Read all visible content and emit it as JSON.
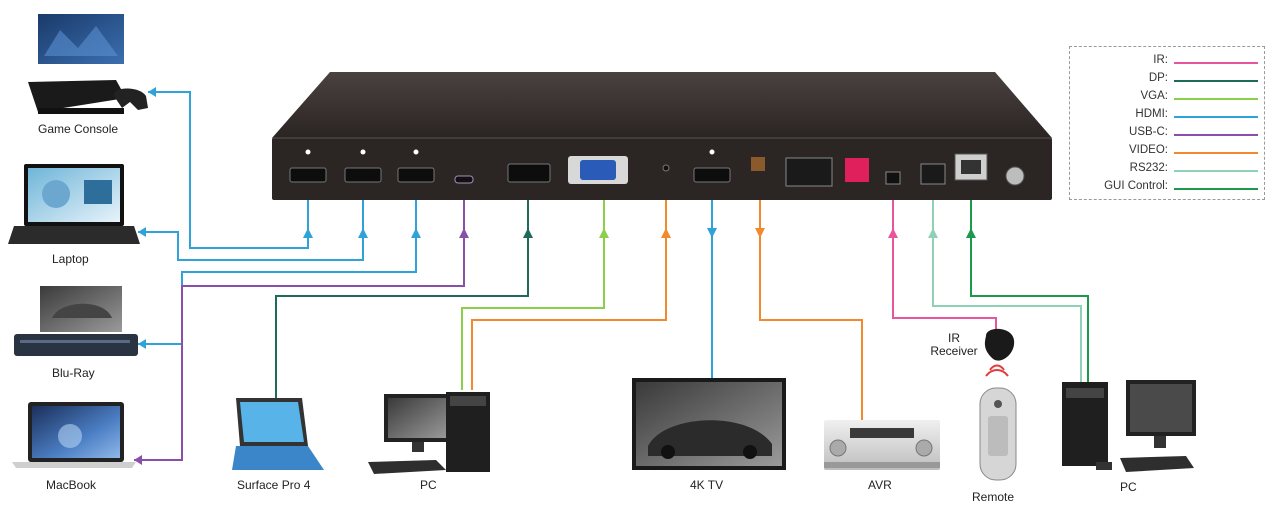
{
  "devices": {
    "game_console": "Game Console",
    "laptop": "Laptop",
    "blu_ray": "Blu-Ray",
    "macbook": "MacBook",
    "surface": "Surface Pro 4",
    "pc_left": "PC",
    "tv": "4K TV",
    "avr": "AVR",
    "ir_receiver": "IR\nReceiver",
    "remote": "Remote",
    "pc_right": "PC"
  },
  "legend": [
    {
      "label": "IR:",
      "color": "#e8559f"
    },
    {
      "label": "DP:",
      "color": "#1f6b5a"
    },
    {
      "label": "VGA:",
      "color": "#8ccf4a"
    },
    {
      "label": "HDMI:",
      "color": "#2fa3d8"
    },
    {
      "label": "USB-C:",
      "color": "#8a4fa8"
    },
    {
      "label": "VIDEO:",
      "color": "#f08a2c"
    },
    {
      "label": "RS232:",
      "color": "#8fd1b5"
    },
    {
      "label": "GUI Control:",
      "color": "#1a9a4a"
    }
  ],
  "colors": {
    "hdmi": "#2fa3d8",
    "usbc": "#8a4fa8",
    "dp": "#1f6b5a",
    "vga": "#8ccf4a",
    "video": "#f08a2c",
    "ir": "#e8559f",
    "rs232": "#8fd1b5",
    "gui": "#1a9a4a",
    "chassis": "#2b2624"
  }
}
